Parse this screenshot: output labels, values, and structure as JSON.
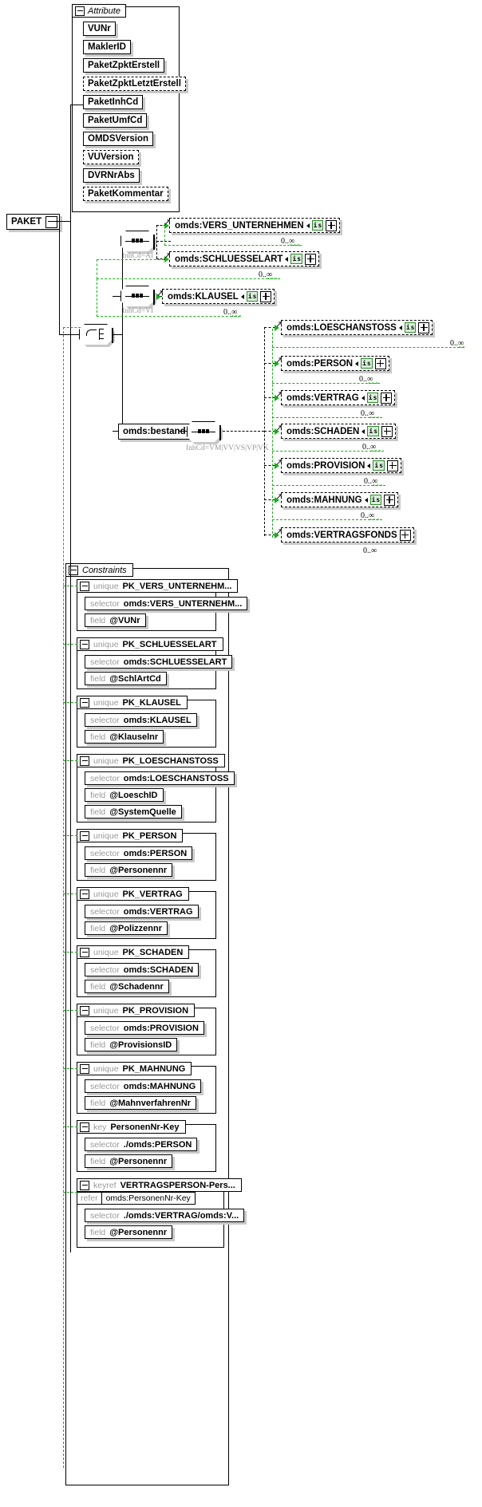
{
  "diagram": {
    "type": "xml-schema-diagram",
    "root": {
      "label": "PAKET",
      "expander": "minus"
    }
  },
  "attribute_group": {
    "title": "Attribute",
    "expander": "minus-icon",
    "items": [
      {
        "label": "VUNr",
        "optional": false
      },
      {
        "label": "MaklerID",
        "optional": false
      },
      {
        "label": "PaketZpktErstell",
        "optional": false
      },
      {
        "label": "PaketZpktLetztErstell",
        "optional": true
      },
      {
        "label": "PaketInhCd",
        "optional": false
      },
      {
        "label": "PaketUmfCd",
        "optional": false
      },
      {
        "label": "OMDSVersion",
        "optional": false
      },
      {
        "label": "VUVersion",
        "optional": true
      },
      {
        "label": "DVRNrAbs",
        "optional": false
      },
      {
        "label": "PaketKommentar",
        "optional": true
      }
    ]
  },
  "compositors": {
    "sequence_ai": {
      "kind": "sequence",
      "annotation": "InhCd=AI"
    },
    "sequence_vi": {
      "kind": "sequence",
      "annotation": "InhCd=VI"
    },
    "choice_root": {
      "kind": "choice",
      "annotation": ""
    },
    "sequence_best": {
      "kind": "sequence",
      "annotation": "InhCd=VM|VV|VS|VP|VK"
    }
  },
  "branch_ai": {
    "elements": [
      {
        "label": "omds:VERS_UNTERNEHMEN",
        "badge": "is",
        "expander": "plus",
        "occurrence": "0..∞"
      },
      {
        "label": "omds:SCHLUESSELART",
        "badge": "is",
        "expander": "plus",
        "occurrence": "0..∞"
      }
    ]
  },
  "branch_vi": {
    "elements": [
      {
        "label": "omds:KLAUSEL",
        "badge": "is",
        "expander": "plus",
        "occurrence": "0..∞"
      }
    ]
  },
  "bestand": {
    "label": "omds:bestand",
    "expander": "minus",
    "elements": [
      {
        "label": "omds:LOESCHANSTOSS",
        "badge": "is",
        "expander": "plus",
        "occurrence": "0..∞"
      },
      {
        "label": "omds:PERSON",
        "badge": "is",
        "expander": "plus",
        "occurrence": "0..∞"
      },
      {
        "label": "omds:VERTRAG",
        "badge": "is",
        "expander": "plus",
        "occurrence": "0..∞"
      },
      {
        "label": "omds:SCHADEN",
        "badge": "is",
        "expander": "plus",
        "occurrence": "0..∞"
      },
      {
        "label": "omds:PROVISION",
        "badge": "is",
        "expander": "plus",
        "occurrence": "0..∞"
      },
      {
        "label": "omds:MAHNUNG",
        "badge": "is",
        "expander": "plus",
        "occurrence": "0..∞"
      },
      {
        "label": "omds:VERTRAGSFONDS",
        "badge": "",
        "expander": "plus",
        "occurrence": "0..∞"
      }
    ]
  },
  "constraints": {
    "title": "Constraints",
    "expander": "minus-icon",
    "labels": {
      "selector": "selector",
      "field": "field",
      "refer": "refer"
    },
    "items": [
      {
        "kind": "unique",
        "name": "PK_VERS_UNTERNEHM...",
        "selector": "omds:VERS_UNTERNEHM...",
        "fields": [
          "@VUNr"
        ]
      },
      {
        "kind": "unique",
        "name": "PK_SCHLUESSELART",
        "selector": "omds:SCHLUESSELART",
        "fields": [
          "@SchlArtCd"
        ]
      },
      {
        "kind": "unique",
        "name": "PK_KLAUSEL",
        "selector": "omds:KLAUSEL",
        "fields": [
          "@Klauselnr"
        ]
      },
      {
        "kind": "unique",
        "name": "PK_LOESCHANSTOSS",
        "selector": "omds:LOESCHANSTOSS",
        "fields": [
          "@LoeschID",
          "@SystemQuelle"
        ]
      },
      {
        "kind": "unique",
        "name": "PK_PERSON",
        "selector": "omds:PERSON",
        "fields": [
          "@Personennr"
        ]
      },
      {
        "kind": "unique",
        "name": "PK_VERTRAG",
        "selector": "omds:VERTRAG",
        "fields": [
          "@Polizzennr"
        ]
      },
      {
        "kind": "unique",
        "name": "PK_SCHADEN",
        "selector": "omds:SCHADEN",
        "fields": [
          "@Schadennr"
        ]
      },
      {
        "kind": "unique",
        "name": "PK_PROVISION",
        "selector": "omds:PROVISION",
        "fields": [
          "@ProvisionsID"
        ]
      },
      {
        "kind": "unique",
        "name": "PK_MAHNUNG",
        "selector": "omds:MAHNUNG",
        "fields": [
          "@MahnverfahrenNr"
        ]
      },
      {
        "kind": "key",
        "name": "PersonenNr-Key",
        "selector": "./omds:PERSON",
        "fields": [
          "@Personennr"
        ]
      },
      {
        "kind": "keyref",
        "name": "VERTRAGSPERSON-Pers...",
        "refer": "omds:PersonenNr-Key",
        "selector": "./omds:VERTRAG/omds:V...",
        "fields": [
          "@Personennr"
        ]
      }
    ]
  },
  "colors": {
    "green": "#18b018",
    "badge_bg": "#d9efd9",
    "shadow": "#c9c9c9",
    "muted": "#9a9a9a"
  }
}
